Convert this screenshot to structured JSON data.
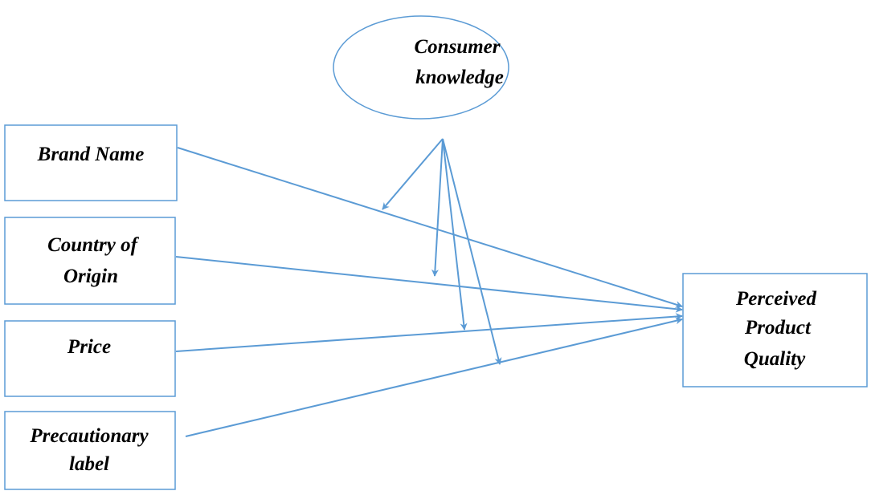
{
  "diagram": {
    "moderator": {
      "line1": "Consumer",
      "line2": "knowledge"
    },
    "independent_variables": [
      {
        "id": "brand-name",
        "line1": "Brand Name",
        "line2": ""
      },
      {
        "id": "country-of-origin",
        "line1": "Country of",
        "line2": "Origin"
      },
      {
        "id": "price",
        "line1": "Price",
        "line2": ""
      },
      {
        "id": "precautionary-label",
        "line1": "Precautionary",
        "line2": "label"
      }
    ],
    "dependent_variable": {
      "line1": "Perceived",
      "line2": "Product",
      "line3": "Quality"
    },
    "colors": {
      "stroke": "#5b9bd5",
      "text": "#000000",
      "background": "#ffffff"
    }
  }
}
